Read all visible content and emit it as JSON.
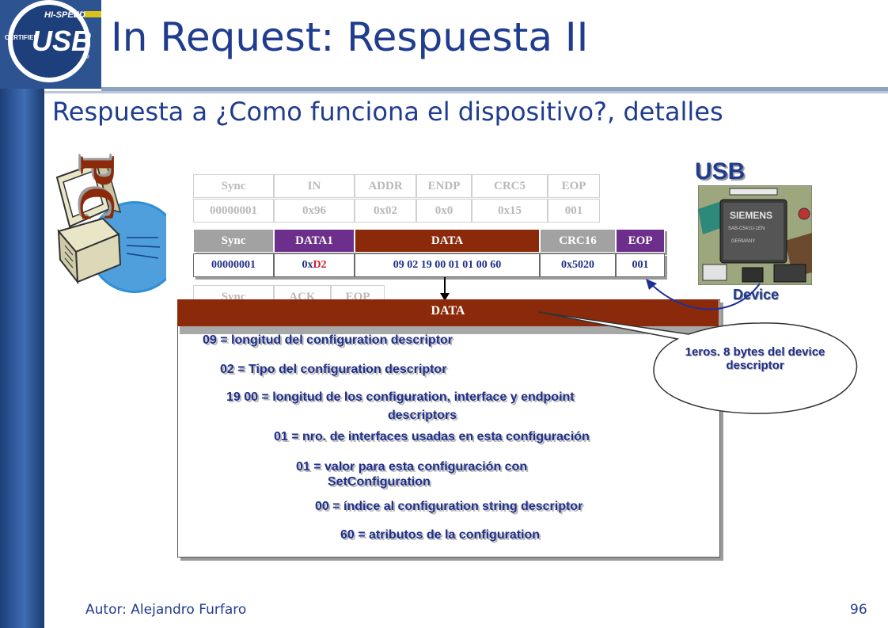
{
  "header": {
    "title": "In Request: Respuesta II",
    "subtitle": "Respuesta a ¿Como funciona el dispositivo?, detalles"
  },
  "logo": {
    "top_text": "HI-SPEED",
    "main_text": "USB",
    "side_text": "CERTIFIED",
    "tm": "TM"
  },
  "pc_label": "PC",
  "usb_label": "USB",
  "device_label": "Device",
  "chip_text": [
    "SIEMENS",
    "SAB-C541U-1EN",
    "GERMANY"
  ],
  "packets": {
    "token": {
      "headers": [
        "Sync",
        "IN",
        "ADDR",
        "ENDP",
        "CRC5",
        "EOP"
      ],
      "values": [
        "00000001",
        "0x96",
        "0x02",
        "0x0",
        "0x15",
        "001"
      ]
    },
    "data": {
      "headers": [
        "Sync",
        "DATA1",
        "DATA",
        "CRC16",
        "EOP"
      ],
      "values": [
        "00000001",
        "0xD2",
        "09 02 19 00 01 01 00 60",
        "0x5020",
        "001"
      ],
      "value_1_prefix": "0x",
      "value_1_highlight": "D2"
    },
    "handshake": {
      "headers": [
        "Sync",
        "ACK",
        "EOP"
      ]
    }
  },
  "detail_panel": {
    "header": "DATA",
    "lines": [
      "09 = longitud del configuration descriptor",
      "02 = Tipo del configuration descriptor",
      "19 00 = longitud de los configuration, interface y  endpoint",
      "descriptors",
      "01 = nro. de interfaces usadas en esta configuración",
      "01 = valor  para esta configuración con",
      "SetConfiguration",
      "00 = índice al configuration string descriptor",
      "60 = atributos de la configuration"
    ]
  },
  "callout": {
    "line1": "1eros. 8 bytes del device",
    "line2": "descriptor"
  },
  "footer": {
    "author": "Autor: Alejandro Furfaro",
    "page": "96"
  },
  "colors": {
    "title": "#1f3c8f",
    "text_blue": "#1f2f8a",
    "purple_header": "#6d2f8c",
    "brown_header": "#8b2a0a",
    "gray_header": "#a2a2a2",
    "highlight_red": "#d0202a"
  }
}
